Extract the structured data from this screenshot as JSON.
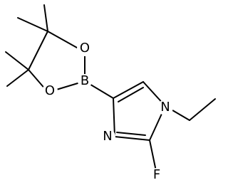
{
  "atoms": {
    "o_top": "O",
    "o_bottom": "O",
    "boron": "B",
    "n1": "N",
    "n3": "N",
    "fluorine": "F"
  }
}
